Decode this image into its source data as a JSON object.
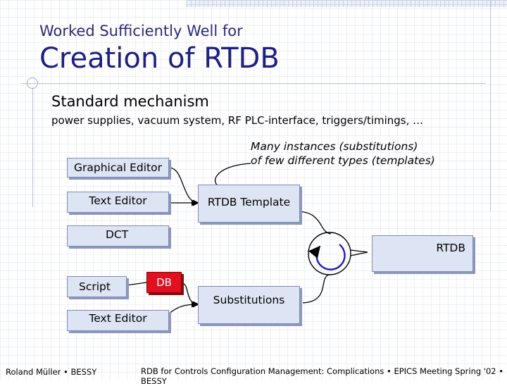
{
  "slide": {
    "subtitle": "Worked Sufficiently Well for",
    "title": "Creation of RTDB",
    "bullet_main": "Standard mechanism",
    "bullet_sub": "power supplies, vacuum system, RF PLC-interface, triggers/timings, …",
    "annotation_line1": "Many instances (substitutions)",
    "annotation_line2": "of few different types (templates)"
  },
  "diagram": {
    "graphical_editor": "Graphical Editor",
    "text_editor_top": "Text Editor",
    "rtdb_template": "RTDB Template",
    "dct": "DCT",
    "rtdb": "RTDB",
    "script": "Script",
    "db": "DB",
    "substitutions": "Substitutions",
    "text_editor_bottom": "Text Editor"
  },
  "footer": {
    "left": "Roland Müller • BESSY",
    "right": "RDB for Controls Configuration Management: Complications • EPICS Meeting Spring '02 • BESSY"
  },
  "colors": {
    "title": "#1f1f80",
    "box_fill": "#dde4f3",
    "box_border": "#7f8bb5",
    "db_fill": "#e01020"
  }
}
